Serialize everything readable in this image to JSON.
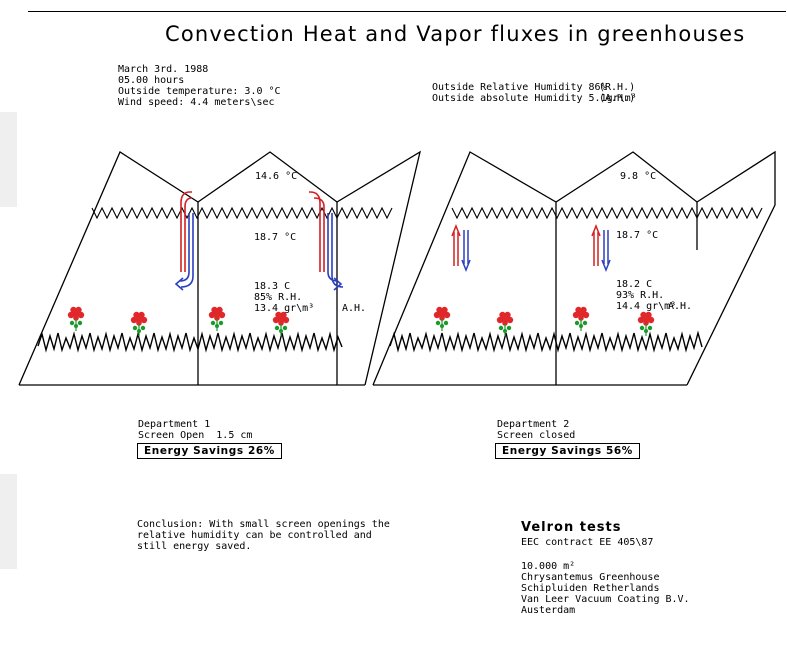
{
  "title": "Convection Heat and Vapor fluxes in greenhouses",
  "conditions": {
    "date": "March 3rd. 1988",
    "time": "05.00 hours",
    "outside_temperature": "Outside temperature: 3.0 °C",
    "wind_speed": "Wind speed: 4.4 meters\\sec"
  },
  "humidity": {
    "rh_line": "Outside Relative Humidity 86%",
    "rh_abbr": "(R.H.)",
    "ah_line": "Outside absolute Humidity 5.1gr\\m³",
    "ah_abbr": "(A.H.)"
  },
  "department1": {
    "roof_temp": "14.6 °C",
    "air_temp": "18.7 °C",
    "ground_temp": "18.3 C",
    "rh": "85% R.H.",
    "ah": "13.4 gr\\m³",
    "ah_abbr": "A.H.",
    "name": "Department 1",
    "screen_label": "Screen Open",
    "screen_value": "1.5 cm",
    "savings": "Energy Savings 26%"
  },
  "department2": {
    "roof_temp": "9.8 °C",
    "air_temp": "18.7 °C",
    "ground_temp": "18.2 C",
    "rh": "93% R.H.",
    "ah": "14.4 gr\\m³",
    "ah_abbr": "A.H.",
    "name": "Department 2",
    "screen_label": "Screen closed",
    "savings": "Energy Savings 56%"
  },
  "conclusion": "Conclusion: With small screen openings the relative humidity can be controlled and still energy saved.",
  "credits": {
    "heading": "Velron tests",
    "contract": "EEC contract EE 405\\87",
    "area": "10.000 m²",
    "line1": "Chrysantemus Greenhouse",
    "line2": "Schipluiden Retherlands",
    "line3": "Van Leer Vacuum Coating B.V.",
    "line4": "Austerdam"
  },
  "colors": {
    "warm_flow": "#d42020",
    "cool_flow": "#2a3fc0",
    "flower": "#e0282a",
    "leaf": "#1a9a2a"
  }
}
